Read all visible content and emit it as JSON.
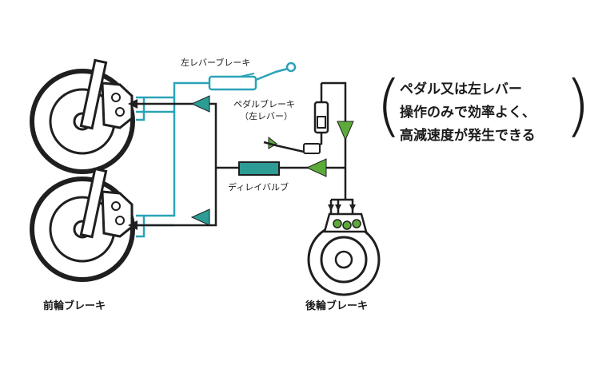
{
  "labels": {
    "left_lever_brake": "左レバーブレーキ",
    "pedal_brake_line1": "ペダルブレーキ",
    "pedal_brake_line2": "（左レバー）",
    "delay_valve": "ディレイバルブ",
    "front_brake": "前輪ブレーキ",
    "rear_brake": "後輪ブレーキ"
  },
  "note": {
    "lines": [
      "ペダル又は左レバー",
      "操作のみで効率よく、",
      "高減速度が発生できる"
    ]
  },
  "colors": {
    "cyan_line": "#2aa3b7",
    "dark_line": "#1f1f1f",
    "green_arrow": "#5cab3a",
    "teal_arrow": "#2c9c95",
    "valve_fill": "#2c9c95"
  }
}
